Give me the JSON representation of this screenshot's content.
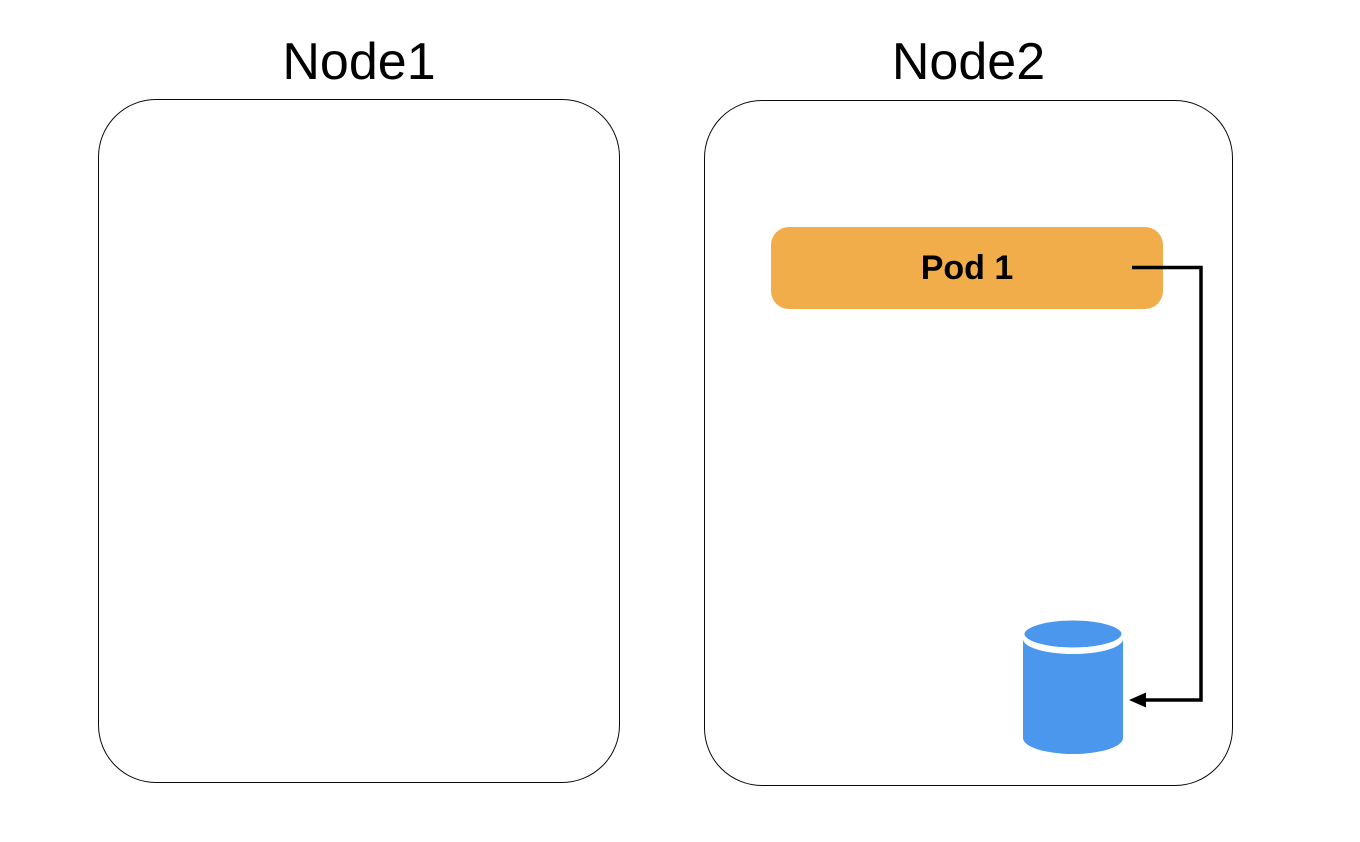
{
  "diagram": {
    "background_color": "#ffffff",
    "outline_color": "#0b0b0b",
    "nodes": [
      {
        "id": "node1",
        "label": "Node1"
      },
      {
        "id": "node2",
        "label": "Node2"
      }
    ],
    "pods": [
      {
        "id": "pod1",
        "label": "Pod 1",
        "parent_node": "Node2",
        "fill_color": "#F0AD49",
        "text_color": "#000000"
      }
    ],
    "storage": {
      "kind": "database-cylinder",
      "parent_node": "Node2",
      "fill_color": "#4A97ED",
      "stripe_color": "#ffffff"
    },
    "connectors": [
      {
        "from": "Pod 1",
        "to": "database-cylinder",
        "color": "#000000",
        "arrowhead": "left-pointing"
      }
    ]
  }
}
